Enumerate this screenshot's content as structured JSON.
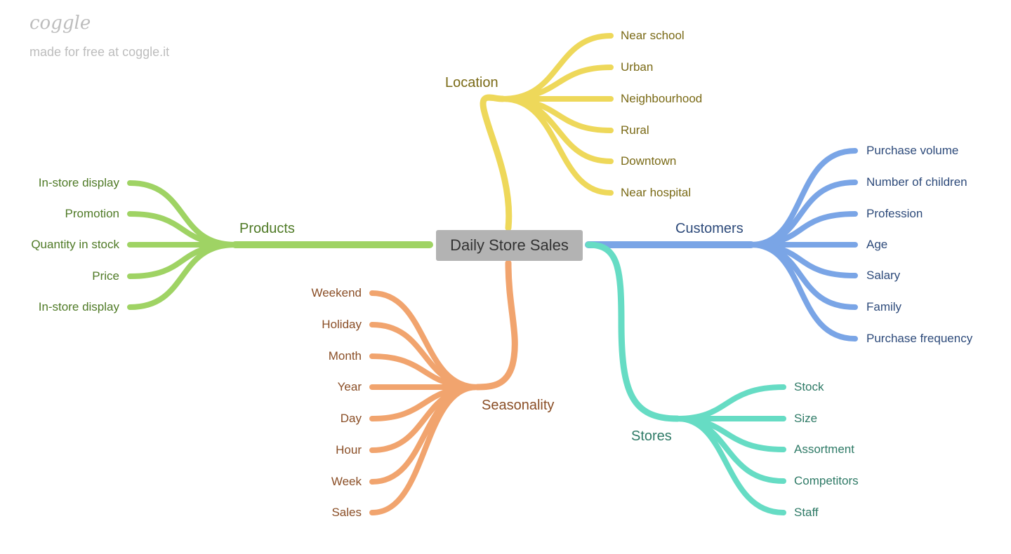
{
  "brand": {
    "logo": "coggle",
    "tagline": "made for free at coggle.it"
  },
  "colors": {
    "location": "#eed85a",
    "location_text": "#7a6a16",
    "products": "#9fd364",
    "products_text": "#4f7a26",
    "customers": "#7aa5e6",
    "customers_text": "#2d4a7a",
    "stores": "#66dcc4",
    "stores_text": "#2e7a66",
    "seasonality": "#f1a46e",
    "seasonality_text": "#8a4e26",
    "center_bg": "#b3b3b3"
  },
  "center": {
    "label": "Daily Store Sales"
  },
  "branches": {
    "location": {
      "label": "Location",
      "children": [
        "Near school",
        "Urban",
        "Neighbourhood",
        "Rural",
        "Downtown",
        "Near hospital"
      ]
    },
    "products": {
      "label": "Products",
      "children": [
        "In-store display",
        "Promotion",
        "Quantity in stock",
        "Price",
        "In-store display"
      ]
    },
    "customers": {
      "label": "Customers",
      "children": [
        "Purchase volume",
        "Number of children",
        "Profession",
        "Age",
        "Salary",
        "Family",
        "Purchase frequency"
      ]
    },
    "stores": {
      "label": "Stores",
      "children": [
        "Stock",
        "Size",
        "Assortment",
        "Competitors",
        "Staff"
      ]
    },
    "seasonality": {
      "label": "Seasonality",
      "children": [
        "Weekend",
        "Holiday",
        "Month",
        "Year",
        "Day",
        "Hour",
        "Week",
        "Sales"
      ]
    }
  }
}
